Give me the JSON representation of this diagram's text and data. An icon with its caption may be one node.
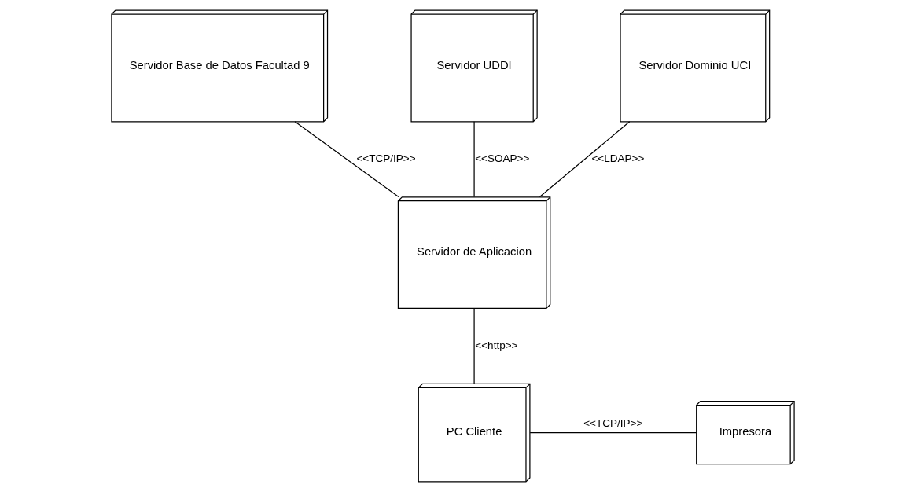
{
  "diagram": {
    "nodes": [
      {
        "text": [
          "Servidor Base de Datos Facultad 9"
        ]
      },
      {
        "text": [
          "Servidor UDDI"
        ]
      },
      {
        "text": [
          "Servidor Dominio UCI"
        ]
      },
      {
        "text": [
          "Servidor de Aplicacion"
        ]
      },
      {
        "text": [
          "PC Cliente"
        ]
      },
      {
        "text": [
          "Impresora"
        ]
      }
    ],
    "edges": [
      {
        "from": 0,
        "to": 3,
        "arrow": "none",
        "label": "<<TCP/IP>>"
      },
      {
        "from": 1,
        "to": 3,
        "arrow": "none",
        "label": "<<SOAP>>"
      },
      {
        "from": 2,
        "to": 3,
        "arrow": "none",
        "label": "<<LDAP>>"
      },
      {
        "from": 3,
        "to": 4,
        "arrow": "none",
        "label": "<<http>>"
      },
      {
        "from": 4,
        "to": 5,
        "arrow": "none",
        "label": "<<TCP/IP>>"
      }
    ]
  }
}
